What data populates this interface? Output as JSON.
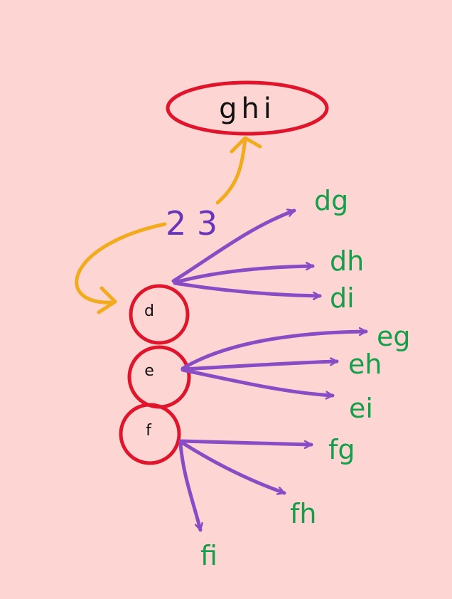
{
  "diagram": {
    "colors": {
      "background": "#fdd6d4",
      "node_outline": "#e0142a",
      "arrow_purple": "#8a4cc4",
      "arrow_orange": "#f2ab1c",
      "digits_text": "#6a35b8",
      "combo_text": "#14a04a"
    },
    "top_node": {
      "label": "ghi"
    },
    "digits_label": "2 3",
    "nodes": [
      {
        "id": "d",
        "label": "d"
      },
      {
        "id": "e",
        "label": "e"
      },
      {
        "id": "f",
        "label": "f"
      }
    ],
    "combinations": {
      "dg": "dg",
      "dh": "dh",
      "di": "di",
      "eg": "eg",
      "eh": "eh",
      "ei": "ei",
      "fg": "fg",
      "fh": "fh",
      "fi": "fi"
    }
  }
}
